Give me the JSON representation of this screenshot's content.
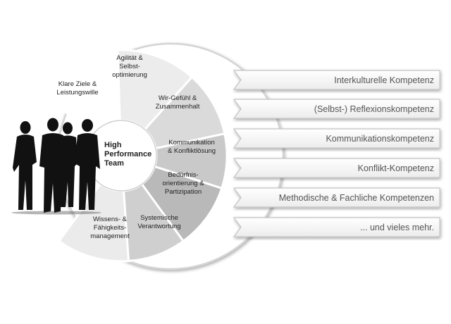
{
  "center": {
    "line1": "High",
    "line2": "Performance",
    "line3": "Team"
  },
  "segments": [
    {
      "lines": [
        "Agilität &",
        "Selbst-",
        "optimierung"
      ]
    },
    {
      "lines": [
        "Wir-Gefühl &",
        "Zusammenhalt"
      ]
    },
    {
      "lines": [
        "Kommunikation",
        "& Konfliktlösung"
      ]
    },
    {
      "lines": [
        "Bedürfnis-",
        "orientierung &",
        "Partizipation"
      ]
    },
    {
      "lines": [
        "Systemische",
        "Verantwortung"
      ]
    },
    {
      "lines": [
        "Wissens- &",
        "Fähigkeits-",
        "management"
      ]
    },
    {
      "lines": [
        "Klare Ziele &",
        "Leistungswille"
      ]
    }
  ],
  "competencies": [
    "Interkulturelle Kompetenz",
    "(Selbst-) Reflexionskompetenz",
    "Kommunikationskompetenz",
    "Konflikt-Kompetenz",
    "Methodische & Fachliche Kompetenzen",
    "... und vieles mehr."
  ],
  "colors": {
    "segment_light": "#ffffff",
    "segment_mid": "#e3e3e3",
    "segment_dark": "#b4b4b4",
    "text": "#3a3a3a",
    "silhouette": "#111111",
    "arrow_text": "#555555"
  },
  "icons": {
    "team": "team-silhouette-icon"
  }
}
